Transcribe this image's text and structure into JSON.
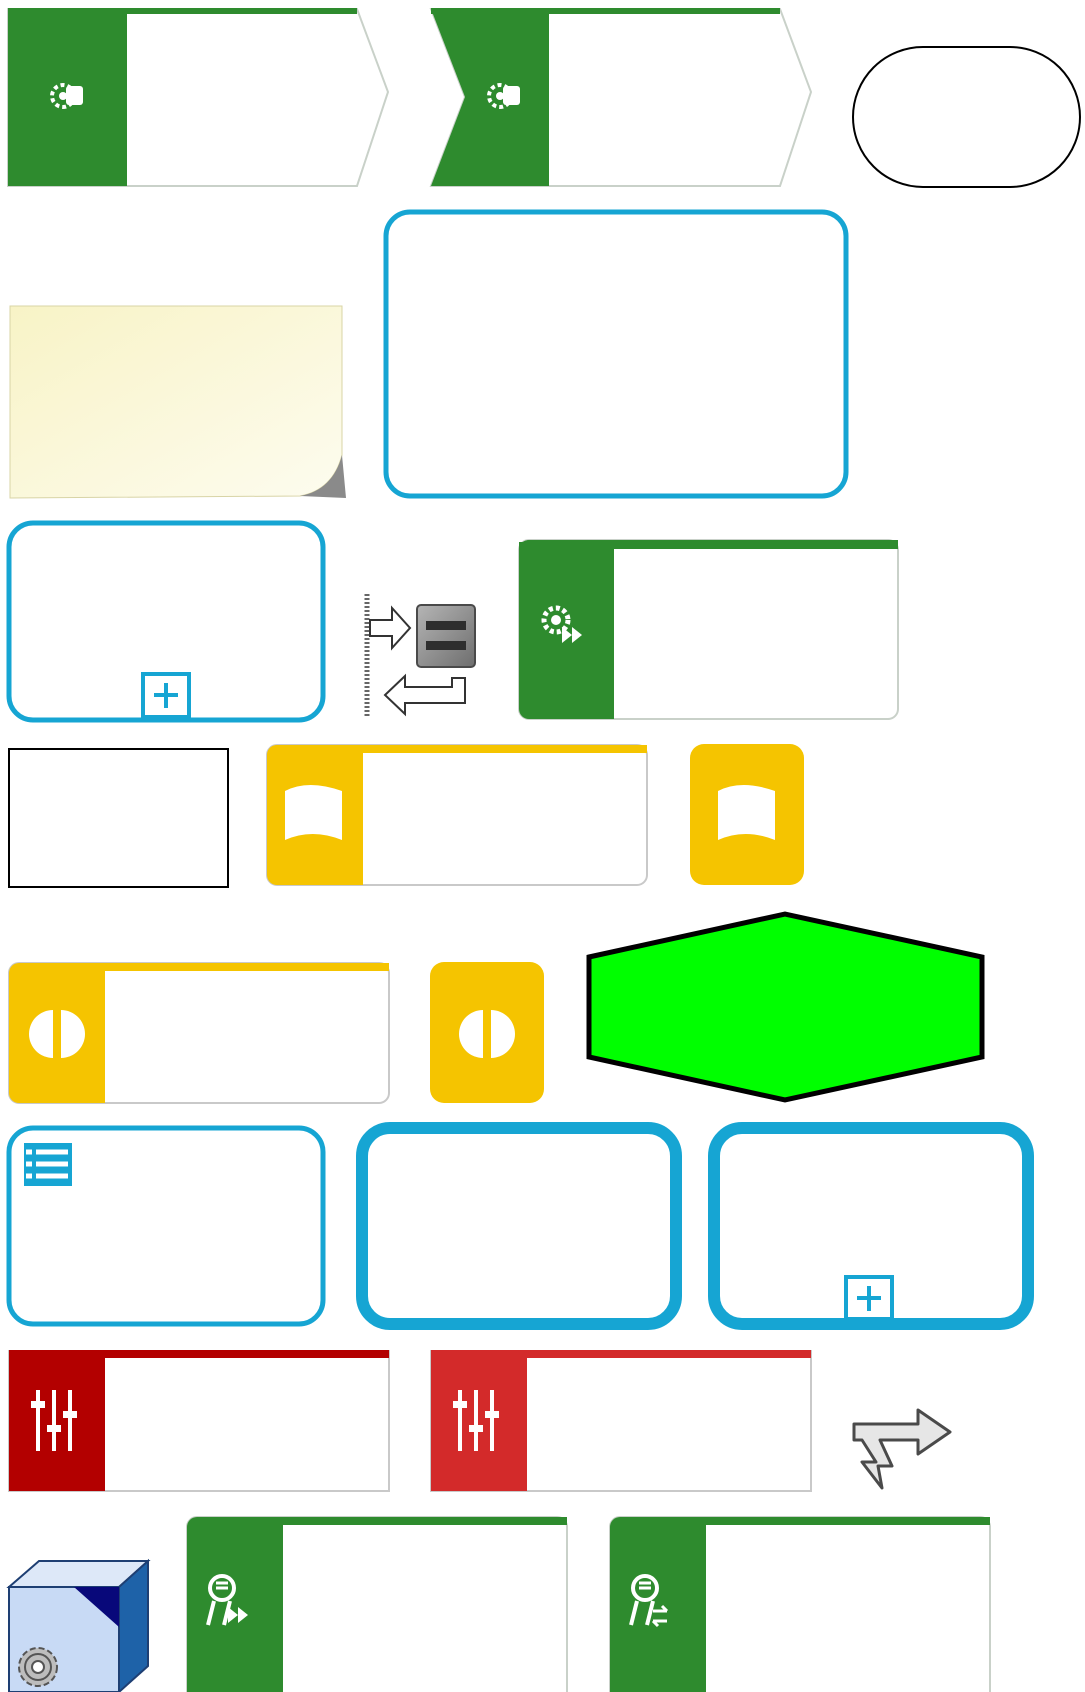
{
  "palette": {
    "green": "#2e8b2e",
    "yellow": "#f5c400",
    "blue": "#16a5d3",
    "red_dark": "#b30000",
    "red": "#d32a2a",
    "bright_green": "#00ff00",
    "note_yellow": "#fbf8d4",
    "cube_face": "#c8daf5",
    "cube_side": "#1e62a8",
    "cube_corner": "#08087a"
  },
  "shapes": [
    {
      "name": "process-step-chevron",
      "icon": "process-gear-icon"
    },
    {
      "name": "process-step-chevron-notched",
      "icon": "process-gear-icon"
    },
    {
      "name": "terminator-shape"
    },
    {
      "name": "sticky-note"
    },
    {
      "name": "subprocess-large"
    },
    {
      "name": "subprocess-collapsed",
      "icon": "plus-icon"
    },
    {
      "name": "data-flow-connector",
      "icon": "data-exchange-icon"
    },
    {
      "name": "automated-task",
      "icon": "gear-forward-icon"
    },
    {
      "name": "plain-rectangle"
    },
    {
      "name": "document-task",
      "icon": "flag-icon"
    },
    {
      "name": "document-icon-tile",
      "icon": "flag-icon"
    },
    {
      "name": "decision-task",
      "icon": "split-circle-icon"
    },
    {
      "name": "decision-icon-tile",
      "icon": "split-circle-icon"
    },
    {
      "name": "preparation-hexagon"
    },
    {
      "name": "list-subprocess",
      "icon": "list-icon"
    },
    {
      "name": "thick-subprocess"
    },
    {
      "name": "thick-subprocess-collapsed",
      "icon": "plus-icon"
    },
    {
      "name": "control-task-dark",
      "icon": "sliders-icon"
    },
    {
      "name": "control-task",
      "icon": "sliders-icon"
    },
    {
      "name": "branch-arrow",
      "icon": "branch-arrow-icon"
    },
    {
      "name": "system-cube",
      "icon": "gear-icon"
    },
    {
      "name": "user-task-forward",
      "icon": "user-forward-icon"
    },
    {
      "name": "user-task-exchange",
      "icon": "user-exchange-icon"
    }
  ]
}
